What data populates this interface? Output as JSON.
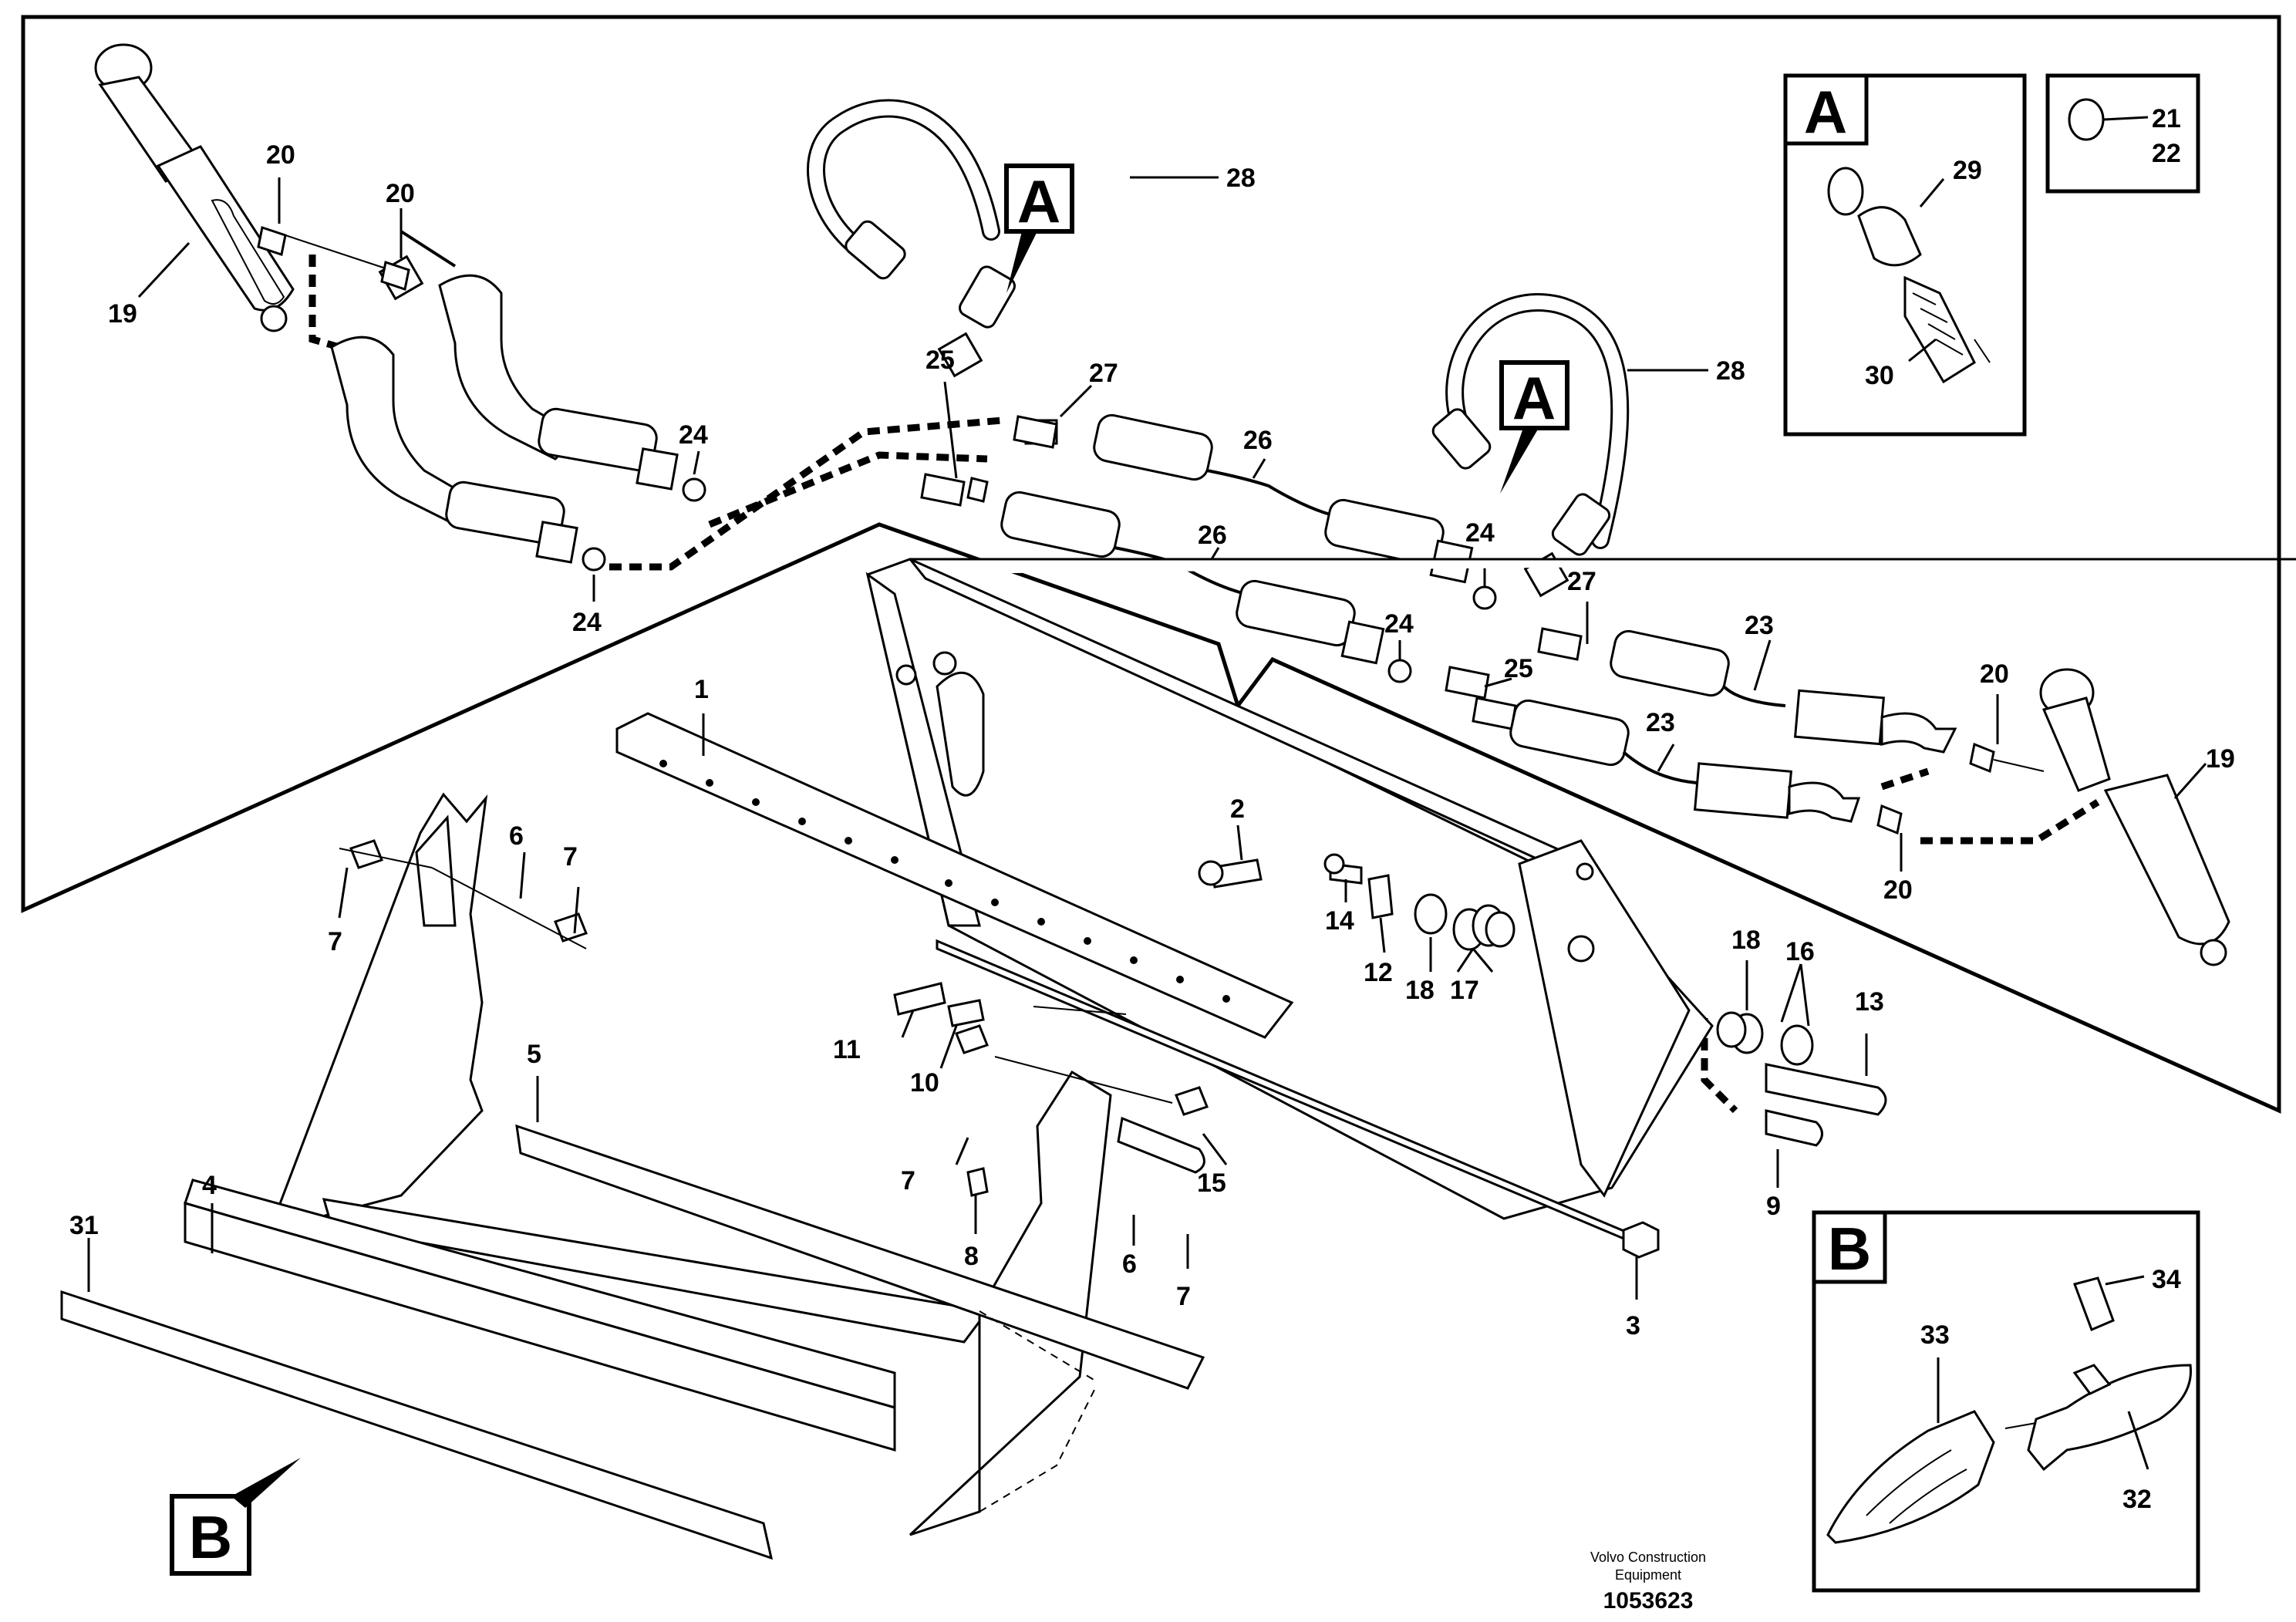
{
  "callouts": {
    "c1": "1",
    "c2": "2",
    "c3": "3",
    "c4": "4",
    "c5": "5",
    "c6": "6",
    "c7": "7",
    "c8": "8",
    "c9": "9",
    "c10": "10",
    "c11": "11",
    "c12": "12",
    "c13": "13",
    "c14": "14",
    "c15": "15",
    "c16": "16",
    "c17": "17",
    "c18": "18",
    "c19": "19",
    "c20": "20",
    "c21": "21",
    "c22": "22",
    "c23": "23",
    "c24": "24",
    "c25": "25",
    "c26": "26",
    "c27": "27",
    "c28": "28",
    "c29": "29",
    "c30": "30",
    "c31": "31",
    "c32": "32",
    "c33": "33",
    "c34": "34"
  },
  "detail_refs": {
    "a": "A",
    "b": "B"
  },
  "footer": {
    "brand_line1": "Volvo Construction",
    "brand_line2": "Equipment",
    "drawing_number": "1053623"
  }
}
